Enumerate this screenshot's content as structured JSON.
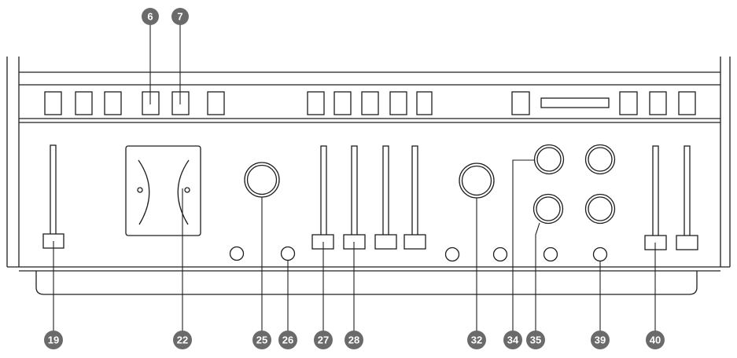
{
  "diagram": {
    "colors": {
      "line": "#1e1e1e",
      "badge_fill": "#6a6a6a",
      "badge_text": "#ffffff",
      "background": "#ffffff"
    },
    "top_callouts": [
      {
        "id": "6",
        "label": "6"
      },
      {
        "id": "7",
        "label": "7"
      }
    ],
    "bottom_callouts": [
      {
        "id": "19",
        "label": "19"
      },
      {
        "id": "22",
        "label": "22"
      },
      {
        "id": "25",
        "label": "25"
      },
      {
        "id": "26",
        "label": "26"
      },
      {
        "id": "27",
        "label": "27"
      },
      {
        "id": "28",
        "label": "28"
      },
      {
        "id": "32",
        "label": "32"
      },
      {
        "id": "34",
        "label": "34"
      },
      {
        "id": "35",
        "label": "35"
      },
      {
        "id": "39",
        "label": "39"
      },
      {
        "id": "40",
        "label": "40"
      }
    ]
  }
}
